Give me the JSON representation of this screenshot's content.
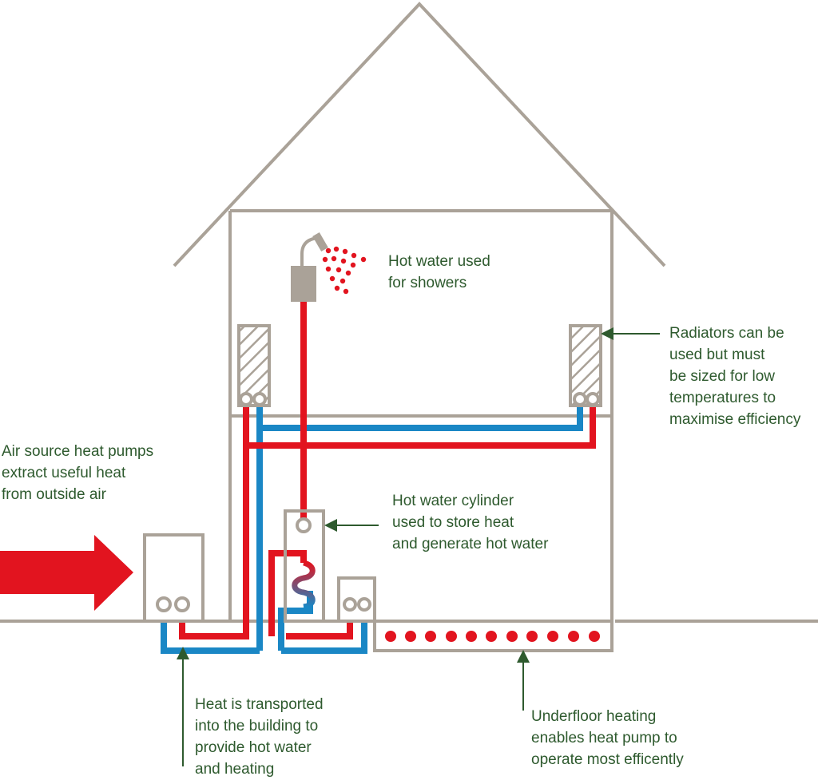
{
  "colors": {
    "house_outline": "#aaa298",
    "hot_pipe": "#e2141f",
    "cold_pipe": "#1a87c5",
    "annotation_text": "#2e5a2e",
    "annotation_arrow": "#2e5a2e",
    "fitting": "#aaa298"
  },
  "labels": {
    "shower": [
      "Hot water used",
      "for showers"
    ],
    "radiators": [
      "Radiators can be",
      "used but must",
      "be sized for low",
      "temperatures to",
      "maximise efficiency"
    ],
    "air_source": [
      "Air source heat pumps",
      "extract useful heat",
      "from outside air"
    ],
    "cylinder": [
      "Hot water cylinder",
      "used to store heat",
      "and generate hot water"
    ],
    "transport": [
      "Heat is transported",
      "into the building to",
      "provide hot water",
      "and heating"
    ],
    "underfloor": [
      "Underfloor heating",
      "enables heat pump to",
      "operate most efficently"
    ]
  },
  "icons": {
    "shower": "shower-head-icon",
    "radiator": "radiator-icon",
    "heat_pump": "heat-pump-unit-icon",
    "cylinder": "hot-water-cylinder-icon",
    "air_arrow": "air-flow-arrow-icon"
  }
}
